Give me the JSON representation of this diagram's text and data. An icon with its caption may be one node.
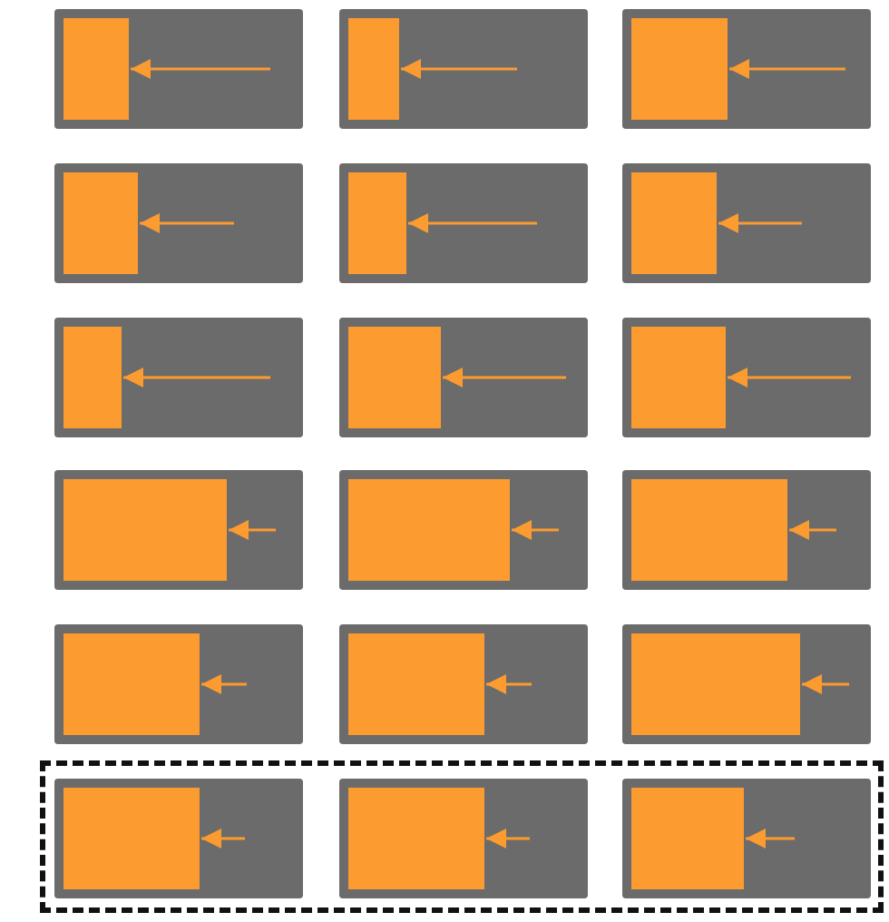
{
  "diagram": {
    "nodes": [
      {
        "text": [],
        "shape": "box"
      },
      {
        "text": [],
        "shape": "bar",
        "in": 0
      },
      {
        "text": [],
        "shape": "box"
      },
      {
        "text": [],
        "shape": "bar",
        "in": 2
      },
      {
        "text": [],
        "shape": "box"
      },
      {
        "text": [],
        "shape": "bar",
        "in": 4
      },
      {
        "text": [],
        "shape": "box"
      },
      {
        "text": [],
        "shape": "bar",
        "in": 6
      },
      {
        "text": [],
        "shape": "box"
      },
      {
        "text": [],
        "shape": "bar",
        "in": 8
      },
      {
        "text": [],
        "shape": "box"
      },
      {
        "text": [],
        "shape": "bar",
        "in": 10
      },
      {
        "text": [],
        "shape": "box"
      },
      {
        "text": [],
        "shape": "bar",
        "in": 12
      },
      {
        "text": [],
        "shape": "box"
      },
      {
        "text": [],
        "shape": "bar",
        "in": 14
      },
      {
        "text": [],
        "shape": "box"
      },
      {
        "text": [],
        "shape": "bar",
        "in": 16
      },
      {
        "text": [],
        "shape": "box"
      },
      {
        "text": [],
        "shape": "bar",
        "in": 18
      },
      {
        "text": [],
        "shape": "box"
      },
      {
        "text": [],
        "shape": "bar",
        "in": 20
      },
      {
        "text": [],
        "shape": "box"
      },
      {
        "text": [],
        "shape": "bar",
        "in": 22
      },
      {
        "text": [],
        "shape": "box"
      },
      {
        "text": [],
        "shape": "bar",
        "in": 24
      },
      {
        "text": [],
        "shape": "box"
      },
      {
        "text": [],
        "shape": "bar",
        "in": 26
      },
      {
        "text": [],
        "shape": "box"
      },
      {
        "text": [],
        "shape": "bar",
        "in": 28
      },
      {
        "text": [],
        "shape": "box"
      },
      {
        "text": [],
        "shape": "box",
        "in": 30
      },
      {
        "text": [],
        "shape": "bar",
        "in": 31
      },
      {
        "text": [],
        "shape": "box",
        "in": 30
      },
      {
        "text": [],
        "shape": "bar",
        "in": 33
      },
      {
        "text": [],
        "shape": "box",
        "in": 30
      },
      {
        "text": [],
        "shape": "bar",
        "in": 35
      }
    ],
    "edges": [
      {
        "from": null,
        "to": 1,
        "arrow": "to"
      },
      {
        "from": null,
        "to": 3,
        "arrow": "to"
      },
      {
        "from": null,
        "to": 5,
        "arrow": "to"
      },
      {
        "from": null,
        "to": 7,
        "arrow": "to"
      },
      {
        "from": null,
        "to": 9,
        "arrow": "to"
      },
      {
        "from": null,
        "to": 11,
        "arrow": "to"
      },
      {
        "from": null,
        "to": 13,
        "arrow": "to"
      },
      {
        "from": null,
        "to": 15,
        "arrow": "to"
      },
      {
        "from": null,
        "to": 17,
        "arrow": "to"
      },
      {
        "from": null,
        "to": 19,
        "arrow": "to"
      },
      {
        "from": null,
        "to": 21,
        "arrow": "to"
      },
      {
        "from": null,
        "to": 23,
        "arrow": "to"
      },
      {
        "from": null,
        "to": 25,
        "arrow": "to"
      },
      {
        "from": null,
        "to": 27,
        "arrow": "to"
      },
      {
        "from": null,
        "to": 29,
        "arrow": "to"
      },
      {
        "from": null,
        "to": 32,
        "arrow": "to"
      },
      {
        "from": null,
        "to": 34,
        "arrow": "to"
      },
      {
        "from": null,
        "to": 36,
        "arrow": "to"
      }
    ]
  }
}
